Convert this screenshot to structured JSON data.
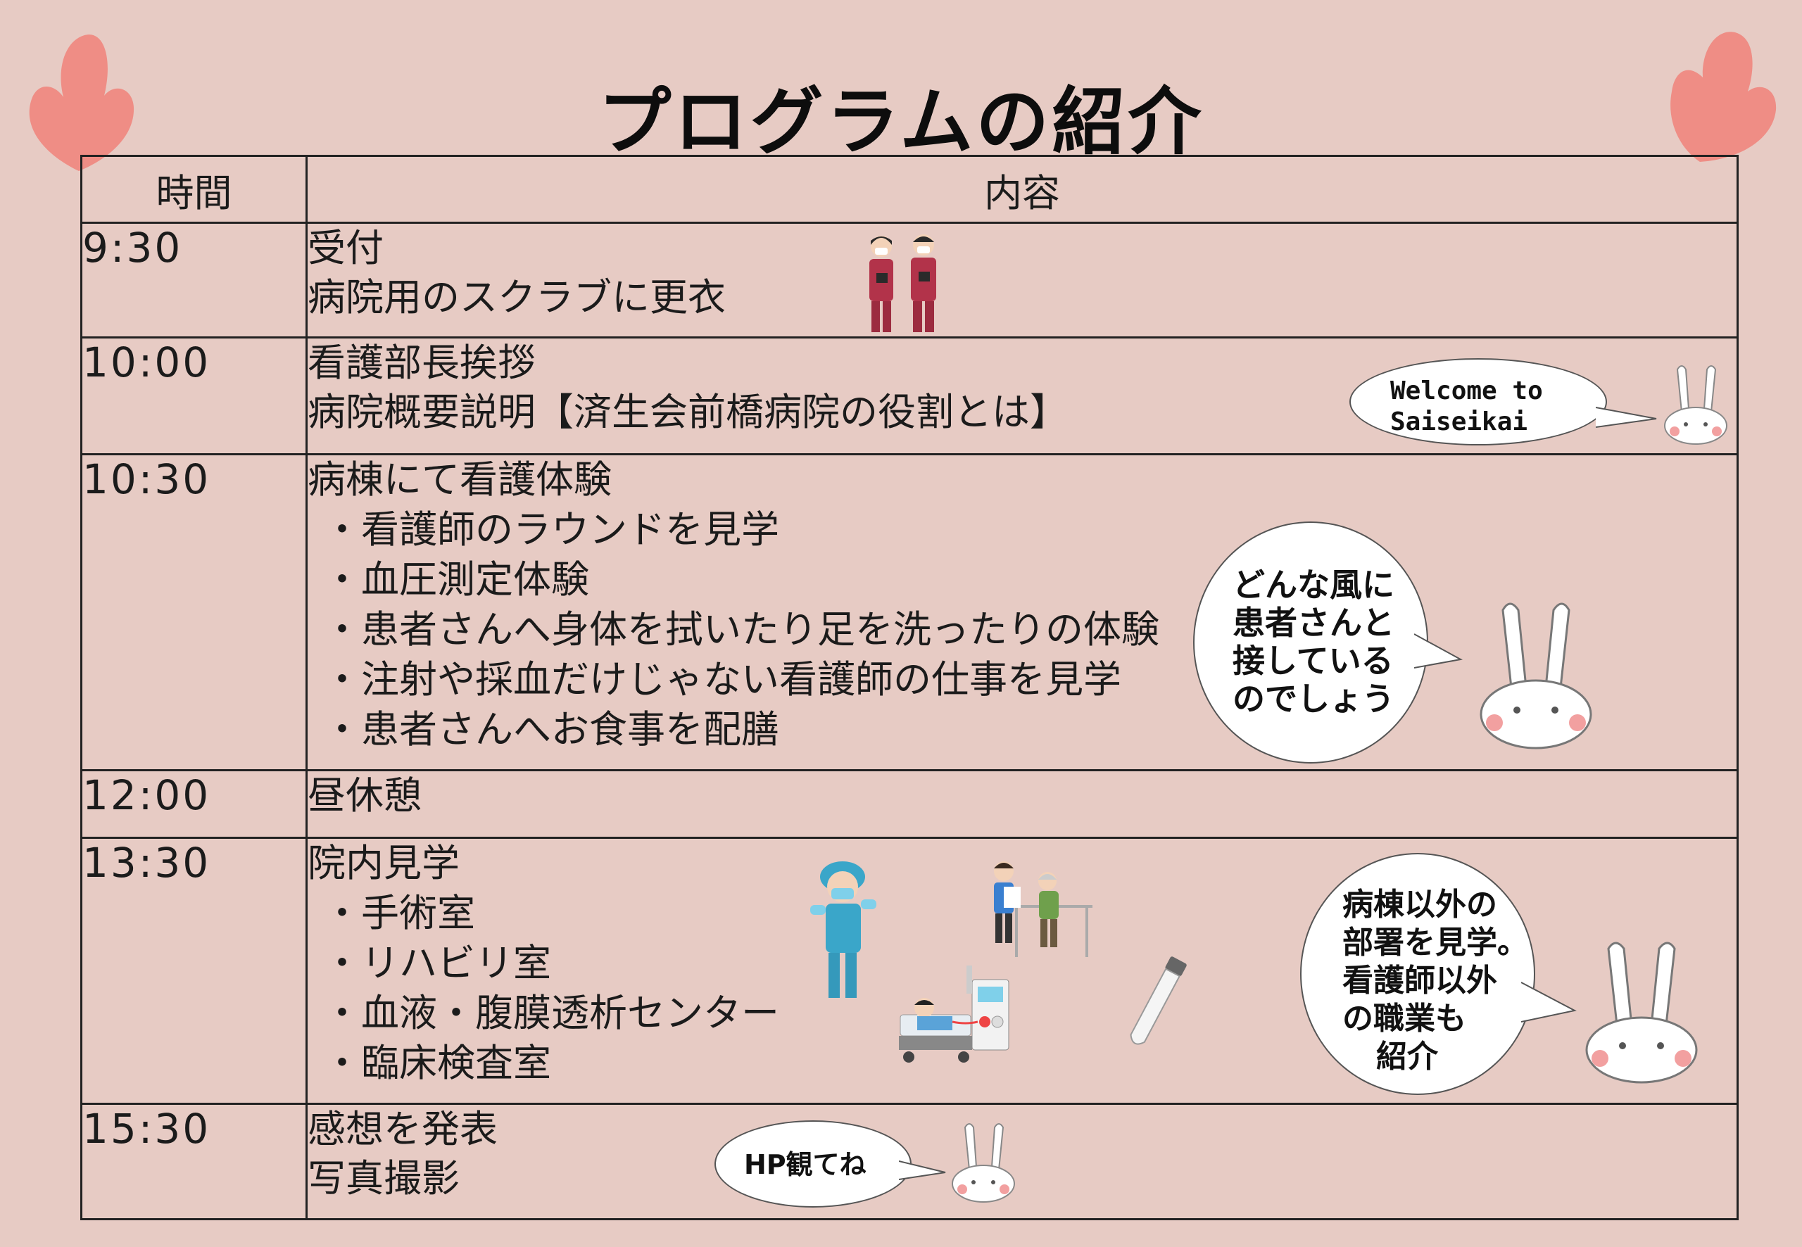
{
  "title": "プログラムの紹介",
  "header": {
    "time": "時間",
    "content": "内容"
  },
  "rows": [
    {
      "time": "9:30",
      "lines": [
        "受付",
        "病院用のスクラブに更衣"
      ],
      "items": []
    },
    {
      "time": "10:00",
      "lines": [
        "看護部長挨拶",
        "病院概要説明【済生会前橋病院の役割とは】"
      ],
      "items": []
    },
    {
      "time": "10:30",
      "lines": [
        "病棟にて看護体験"
      ],
      "items": [
        "・看護師のラウンドを見学",
        "・血圧測定体験",
        "・患者さんへ身体を拭いたり足を洗ったりの体験",
        "・注射や採血だけじゃない看護師の仕事を見学",
        "・患者さんへお食事を配膳"
      ]
    },
    {
      "time": "12:00",
      "lines": [
        "昼休憩"
      ],
      "items": []
    },
    {
      "time": "13:30",
      "lines": [
        "院内見学"
      ],
      "items": [
        "・手術室",
        "・リハビリ室",
        "・血液・腹膜透析センター",
        "・臨床検査室"
      ]
    },
    {
      "time": "15:30",
      "lines": [
        "感想を発表",
        "写真撮影"
      ],
      "items": []
    }
  ],
  "bubbles": {
    "welcome": [
      "Welcome to",
      "Saiseikai"
    ],
    "ward": [
      "どんな風に",
      "患者さんと",
      "接している",
      "のでしょう"
    ],
    "tour": [
      "病棟以外の",
      "部署を見学。",
      "看護師以外",
      "の職業も",
      "紹介"
    ],
    "hp": "HP観てね"
  },
  "colors": {
    "background": "#e7cbc4",
    "leaf": "#ef8d85",
    "border": "#222222",
    "scrub": "#b2334a"
  }
}
